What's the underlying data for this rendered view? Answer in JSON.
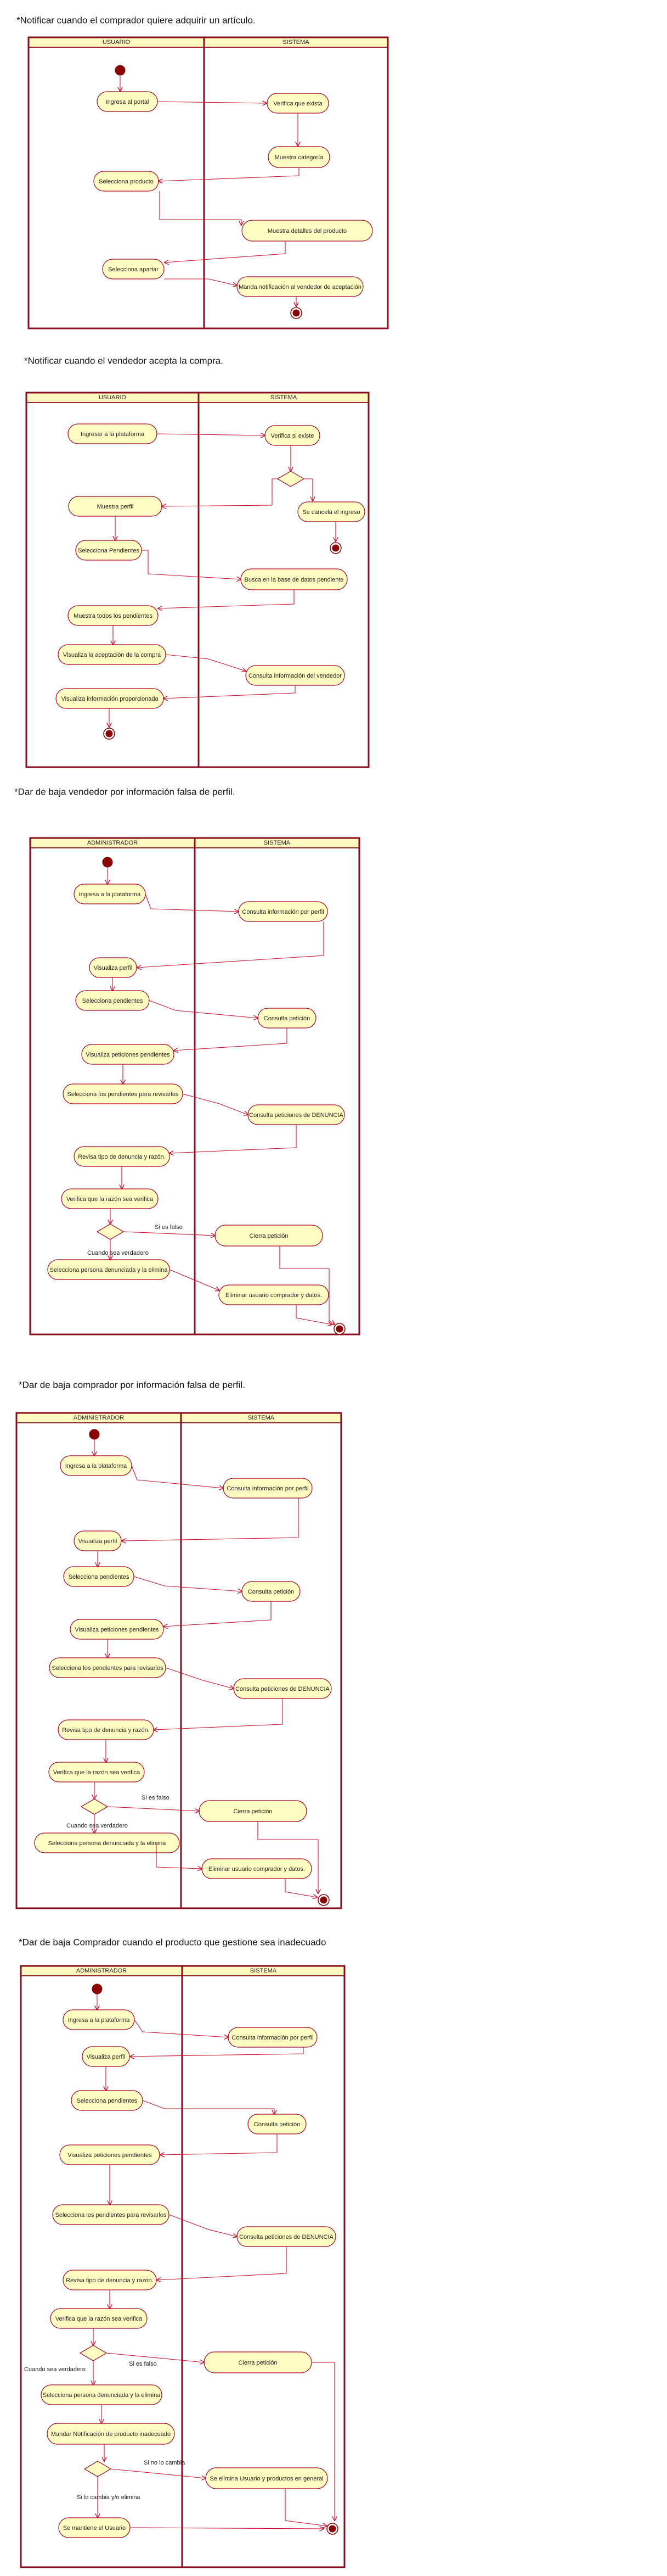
{
  "colors": {
    "node_fill": "#ffffc4",
    "node_stroke": "#a8002a",
    "edge": "#c8102e",
    "pool": "#8a0a1e",
    "initial": "#8b0000"
  },
  "diagrams": [
    {
      "id": "d1",
      "title": "*Notificar cuando el comprador quiere adquirir un artículo.",
      "lanes": [
        "USUARIO",
        "SISTEMA"
      ],
      "nodes": [
        {
          "id": "n1",
          "label": "Ingresa al portal"
        },
        {
          "id": "n2",
          "label": "Verifica que exista"
        },
        {
          "id": "n3",
          "label": "Muestra categoría"
        },
        {
          "id": "n4",
          "label": "Selecciona producto"
        },
        {
          "id": "n5",
          "label": "Muestra detalles del producto"
        },
        {
          "id": "n6",
          "label": "Selecciona apartar"
        },
        {
          "id": "n7",
          "label": "Manda notificación al vendedor de aceptación"
        }
      ]
    },
    {
      "id": "d2",
      "title": "*Notificar cuando el vendedor acepta la compra.",
      "lanes": [
        "USUARIO",
        "SISTEMA"
      ],
      "nodes": [
        {
          "id": "n1",
          "label": "Ingresar a la plataforma"
        },
        {
          "id": "n2",
          "label": "Verifica si existe"
        },
        {
          "id": "n3",
          "label": "Se cancela el ingreso"
        },
        {
          "id": "n4",
          "label": "Muestra perfil"
        },
        {
          "id": "n5",
          "label": "Selecciona Pendientes"
        },
        {
          "id": "n6",
          "label": "Busca en la base de datos pendiente"
        },
        {
          "id": "n7",
          "label": "Muestra todos los pendientes"
        },
        {
          "id": "n8",
          "label": "Visualiza la aceptación de la compra"
        },
        {
          "id": "n9",
          "label": "Consulta información del vendedor"
        },
        {
          "id": "n10",
          "label": "Visualiza información proporcionada"
        }
      ]
    },
    {
      "id": "d3",
      "title": "*Dar de baja vendedor por información falsa de perfil.",
      "lanes": [
        "ADMINISTRADOR",
        "SISTEMA"
      ],
      "nodes": [
        {
          "id": "n1",
          "label": "Ingresa a la plataforma"
        },
        {
          "id": "n2",
          "label": "Consulta información por perfil"
        },
        {
          "id": "n3",
          "label": "Visualiza perfil"
        },
        {
          "id": "n4",
          "label": "Selecciona pendientes"
        },
        {
          "id": "n5",
          "label": "Consulta petición"
        },
        {
          "id": "n6",
          "label": "Visualiza peticiones pendientes"
        },
        {
          "id": "n7",
          "label": "Selecciona los pendientes para revisarlos"
        },
        {
          "id": "n8",
          "label": "Consulta peticiones de DENUNCIA"
        },
        {
          "id": "n9",
          "label": "Revisa tipo de denuncia y razón."
        },
        {
          "id": "n10",
          "label": "Verifica que la razón sea verifica"
        },
        {
          "id": "n11",
          "label": "Cierra petición"
        },
        {
          "id": "n12",
          "label": "Selecciona persona denunciada y la elimina"
        },
        {
          "id": "n13",
          "label": "Eliminar usuario comprador y datos."
        }
      ],
      "guards": {
        "false": "Si es falso",
        "true": "Cuando sea verdadero"
      }
    },
    {
      "id": "d4",
      "title": "*Dar de baja comprador por información falsa de perfil.",
      "lanes": [
        "ADMINISTRADOR",
        "SISTEMA"
      ],
      "nodes": [
        {
          "id": "n1",
          "label": "Ingresa a la plataforma"
        },
        {
          "id": "n2",
          "label": "Consulta información por perfil"
        },
        {
          "id": "n3",
          "label": "Visualiza perfil"
        },
        {
          "id": "n4",
          "label": "Selecciona pendientes"
        },
        {
          "id": "n5",
          "label": "Consulta petición"
        },
        {
          "id": "n6",
          "label": "Visualiza peticiones pendientes"
        },
        {
          "id": "n7",
          "label": "Selecciona los pendientes para revisarlos"
        },
        {
          "id": "n8",
          "label": "Consulta peticiones de DENUNCIA"
        },
        {
          "id": "n9",
          "label": "Revisa tipo de denuncia y razón."
        },
        {
          "id": "n10",
          "label": "Verifica que la razón sea verifica"
        },
        {
          "id": "n11",
          "label": "Cierra petición"
        },
        {
          "id": "n12",
          "label": "Selecciona persona denunciada y la elimina"
        },
        {
          "id": "n13",
          "label": "Eliminar usuario comprador y datos."
        }
      ],
      "guards": {
        "false": "Si es falso",
        "true": "Cuando sea verdadero"
      }
    },
    {
      "id": "d5",
      "title": "*Dar de baja Comprador cuando el producto que gestione sea inadecuado",
      "lanes": [
        "ADMINISTRADOR",
        "SISTEMA"
      ],
      "nodes": [
        {
          "id": "n1",
          "label": "Ingresa a la plataforma"
        },
        {
          "id": "n2",
          "label": "Consulta información por perfil"
        },
        {
          "id": "n3",
          "label": "Visualiza perfil"
        },
        {
          "id": "n4",
          "label": "Selecciona pendientes"
        },
        {
          "id": "n5",
          "label": "Consulta petición"
        },
        {
          "id": "n6",
          "label": "Visualiza peticiones pendientes"
        },
        {
          "id": "n7",
          "label": "Selecciona los pendientes para revisarlos"
        },
        {
          "id": "n8",
          "label": "Consulta peticiones de DENUNCIA"
        },
        {
          "id": "n9",
          "label": "Revisa tipo de denuncia y razón."
        },
        {
          "id": "n10",
          "label": "Verifica que la razón sea verifica"
        },
        {
          "id": "n11",
          "label": "Cierra petición"
        },
        {
          "id": "n12",
          "label": "Selecciona persona denunciada y la elimina"
        },
        {
          "id": "n13",
          "label": "Mandar Notificación de producto inadecuado"
        },
        {
          "id": "n14",
          "label": "Se elimina Usuario y productos en general"
        },
        {
          "id": "n15",
          "label": "Se mantiene el Usuario"
        }
      ],
      "guards": {
        "false": "Si es falso",
        "true": "Cuando sea verdadero",
        "no_change": "Si no lo cambia",
        "change": "Si lo cambia y/o elimina"
      }
    }
  ]
}
